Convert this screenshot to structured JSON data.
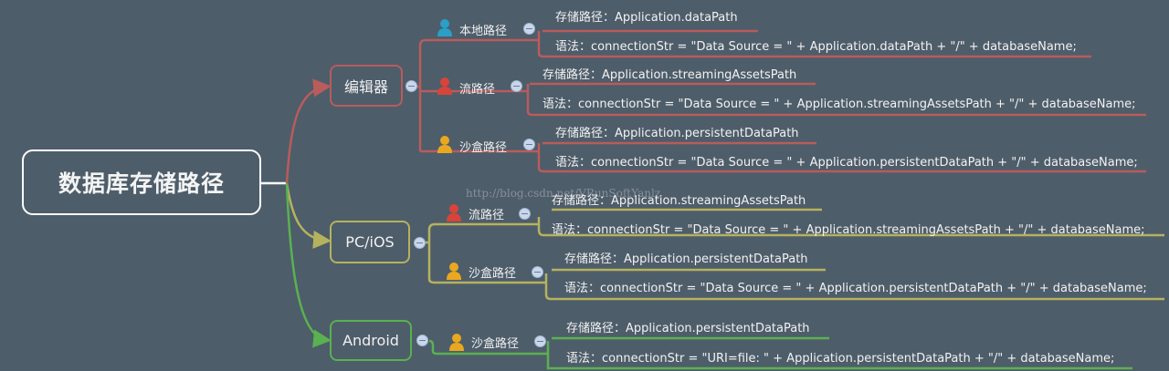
{
  "colors": {
    "background": "#4e5d6a",
    "root": "#ffffff",
    "editor": "#b85c5c",
    "pc_ios": "#b5b25e",
    "android": "#5ab150",
    "person_blue": "#2a9fc8",
    "person_red": "#d9443a",
    "person_yellow": "#e8a820"
  },
  "watermark": "http://blog.csdn.net/VRunSoftYanlz",
  "root": {
    "label": "数据库存储路径"
  },
  "branches": [
    {
      "label": "编辑器",
      "children": [
        {
          "label": "本地路径",
          "icon": "person-blue-icon",
          "storage": "存储路径：Application.dataPath",
          "syntax": "语法：connectionStr = \"Data Source = \" + Application.dataPath + \"/\" + databaseName;"
        },
        {
          "label": "流路径",
          "icon": "person-red-icon",
          "storage": "存储路径：Application.streamingAssetsPath",
          "syntax": "语法：connectionStr = \"Data Source = \" + Application.streamingAssetsPath + \"/\" + databaseName;"
        },
        {
          "label": "沙盒路径",
          "icon": "person-yellow-icon",
          "storage": "存储路径：Application.persistentDataPath",
          "syntax": "语法：connectionStr = \"Data Source = \" + Application.persistentDataPath + \"/\" + databaseName;"
        }
      ]
    },
    {
      "label": "PC/iOS",
      "children": [
        {
          "label": "流路径",
          "icon": "person-red-icon",
          "storage": "存储路径：Application.streamingAssetsPath",
          "syntax": "语法：connectionStr = \"Data Source = \" + Application.streamingAssetsPath + \"/\" + databaseName;"
        },
        {
          "label": "沙盒路径",
          "icon": "person-yellow-icon",
          "storage": "存储路径：Application.persistentDataPath",
          "syntax": "语法：connectionStr = \"Data Source = \" + Application.persistentDataPath + \"/\" + databaseName;"
        }
      ]
    },
    {
      "label": "Android",
      "children": [
        {
          "label": "沙盒路径",
          "icon": "person-yellow-icon",
          "storage": "存储路径：Application.persistentDataPath",
          "syntax": "语法：connectionStr = \"URI=file: \" + Application.persistentDataPath + \"/\" + databaseName;"
        }
      ]
    }
  ]
}
